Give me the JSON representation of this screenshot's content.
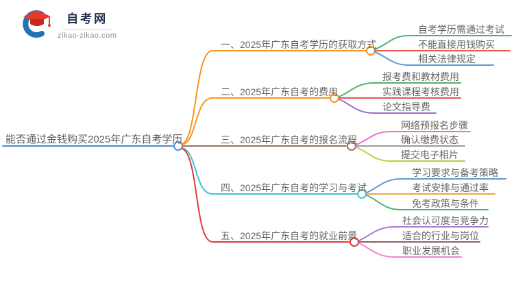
{
  "logo": {
    "site_name": "自考网",
    "site_url": "zikao-zikao.com",
    "icon": "graduation-cap-icon",
    "colors": {
      "crescent": "#2173b4",
      "cap_top": "#e63a2e",
      "cap_base": "#c9281e",
      "name_text": "#1c2e4a",
      "url_text": "#8a9099"
    }
  },
  "mindmap": {
    "root": {
      "label": "能否通过金钱购买2025年广东自考学历",
      "color": "#4a8fd0"
    },
    "branches": [
      {
        "label": "一、2025年广东自考学历的获取方式",
        "color": "#f7941e",
        "children": [
          {
            "label": "自考学历需通过考试",
            "color": "#4db56a"
          },
          {
            "label": "不能直接用钱购买",
            "color": "#e8564e"
          },
          {
            "label": "相关法律规定",
            "color": "#5b9bd5"
          }
        ]
      },
      {
        "label": "二、2025年广东自考的费用",
        "color": "#f7941e",
        "children": [
          {
            "label": "报考费和教材费用",
            "color": "#4db56a"
          },
          {
            "label": "实践课程考核费用",
            "color": "#e8564e"
          },
          {
            "label": "论文指导费",
            "color": "#9b6bc8"
          }
        ]
      },
      {
        "label": "三、2025年广东自考的报名流程",
        "color": "#9c6f66",
        "children": [
          {
            "label": "网络预报名步骤",
            "color": "#ee6ec8"
          },
          {
            "label": "确认缴费状态",
            "color": "#9a9a9a"
          },
          {
            "label": "提交电子相片",
            "color": "#c3c93e"
          }
        ]
      },
      {
        "label": "四、2025年广东自考的学习与考试",
        "color": "#38c5d9",
        "children": [
          {
            "label": "学习要求与备考策略",
            "color": "#5b9bd5"
          },
          {
            "label": "考试安排与通过率",
            "color": "#f7a23c"
          },
          {
            "label": "免考政策与条件",
            "color": "#4db56a"
          }
        ]
      },
      {
        "label": "五、2025年广东自考的就业前景",
        "color": "#e03a3a",
        "children": [
          {
            "label": "社会认可度与竞争力",
            "color": "#a87bd8"
          },
          {
            "label": "适合的行业与岗位",
            "color": "#8a6360"
          },
          {
            "label": "职业发展机会",
            "color": "#ed87cc"
          }
        ]
      }
    ]
  }
}
